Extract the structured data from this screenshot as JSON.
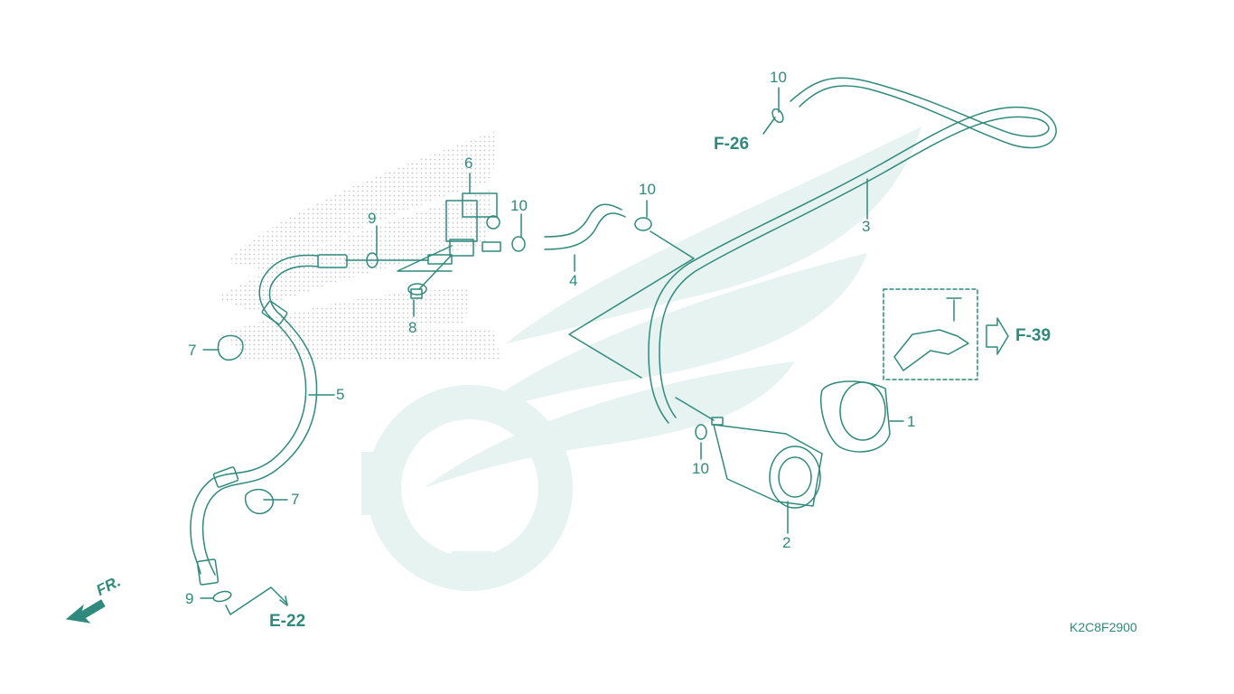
{
  "diagram_code": "K2C8F2900",
  "front_marker": "FR.",
  "callouts": {
    "c1": "1",
    "c2": "2",
    "c3": "3",
    "c4": "4",
    "c5": "5",
    "c6": "6",
    "c7a": "7",
    "c7b": "7",
    "c8": "8",
    "c9a": "9",
    "c9b": "9",
    "c10a": "10",
    "c10b": "10",
    "c10c": "10",
    "c10d": "10"
  },
  "references": {
    "f26": "F-26",
    "f39": "F-39",
    "e22": "E-22"
  },
  "colors": {
    "line": "#2f8a7d",
    "watermark": "#e3f2ef",
    "stipple": "#c9c9c9"
  }
}
